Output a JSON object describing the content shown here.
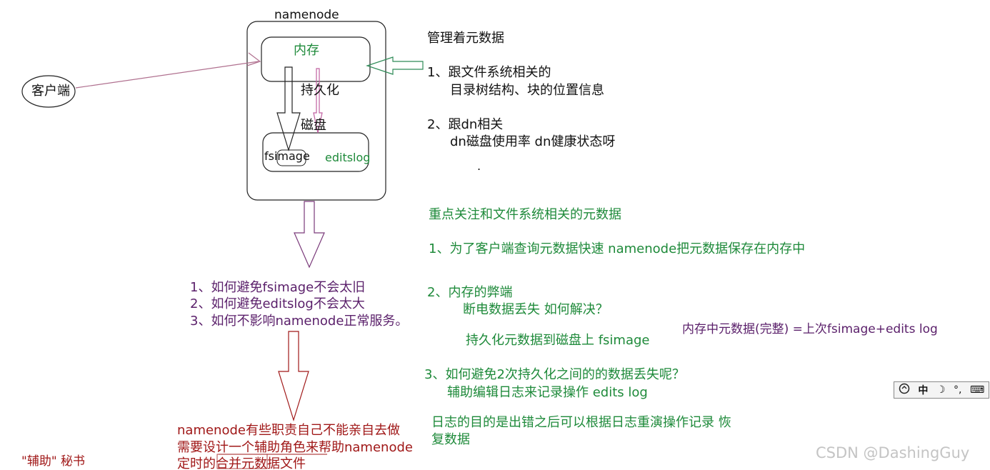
{
  "diagram": {
    "namenode_label": "namenode",
    "memory_label": "内存",
    "persist_label": "持久化",
    "disk_label": "磁盘",
    "fsimage_label": "fsimage",
    "editslog_label": "editslog",
    "client_label": "客户端"
  },
  "metadata_notes": {
    "heading": "管理着元数据",
    "item1_title": "1、跟文件系统相关的",
    "item1_detail": "目录树结构、块的位置信息",
    "item2_title": "2、跟dn相关",
    "item2_detail": "dn磁盘使用率   dn健康状态呀",
    "dot": "."
  },
  "focus_notes": {
    "heading": "重点关注和文件系统相关的元数据",
    "point1": "1、为了客户端查询元数据快速   namenode把元数据保存在内存中",
    "point2_title": "2、内存的弊端",
    "point2_detail": "断电数据丢失  如何解决？",
    "point2_solution": "持久化元数据到磁盘上   fsimage",
    "memory_formula": "内存中元数据(完整) =上次fsimage+edits log",
    "point3_title": "3、如何避免2次持久化之间的的数据丢失呢？",
    "point3_detail": "辅助编辑日志来记录操作   edits log",
    "log_purpose_line1": "日志的目的是出错之后可以根据日志重演操作记录 恢",
    "log_purpose_line2": "复数据"
  },
  "questions": {
    "q1": "1、如何避免fsimage不会太旧",
    "q2": "2、如何避免editslog不会太大",
    "q3": "3、如何不影响namenode正常服务。"
  },
  "secondary_notes": {
    "line1": "namenode有些职责自己不能亲自去做",
    "line2": "需要设计一个辅助角色来帮助namenode",
    "line3": "定时的合并元数据文件",
    "assistant_label": "\"辅助\" 秘书"
  },
  "ime_toolbar": {
    "lang_label": "中",
    "moon_icon": "☽",
    "punct_label": "°,",
    "keyboard_icon": "⌨"
  },
  "watermark": "CSDN @DashingGuy",
  "colors": {
    "black": "#111111",
    "green": "#1e8a3a",
    "purple": "#5a1f6a",
    "dark_red": "#a01818",
    "arrow_pink": "#c060a0",
    "arrow_green": "#2e8b57"
  }
}
